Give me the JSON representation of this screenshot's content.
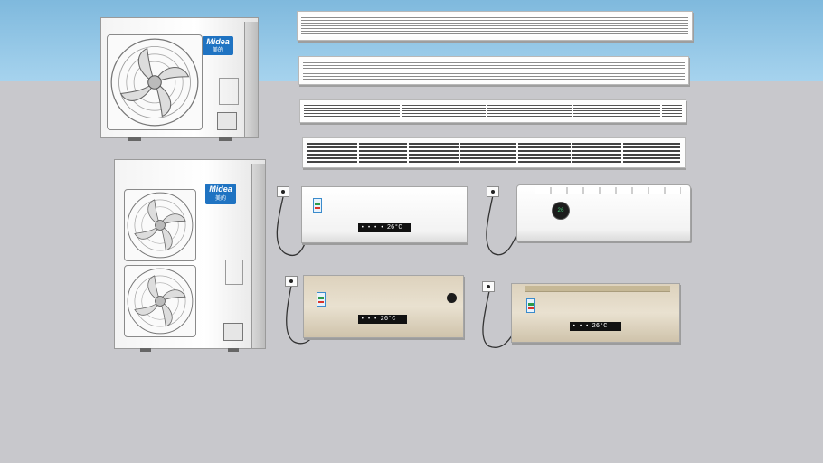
{
  "scene": {
    "sky_color": "#9fcfeb",
    "ground_color": "#c8c8cc"
  },
  "brand": {
    "logo_text": "Midea",
    "logo_sub_text": "美的",
    "logo_color": "#1f73c2"
  },
  "indoor_units": [
    {
      "display_temp": "26",
      "display_unit": "°C",
      "finish": "white"
    },
    {
      "finish": "white",
      "round_display": "26"
    },
    {
      "display_temp": "26",
      "display_unit": "°C",
      "finish": "beige"
    },
    {
      "display_temp": "26",
      "display_unit": "°C",
      "finish": "beige"
    }
  ]
}
